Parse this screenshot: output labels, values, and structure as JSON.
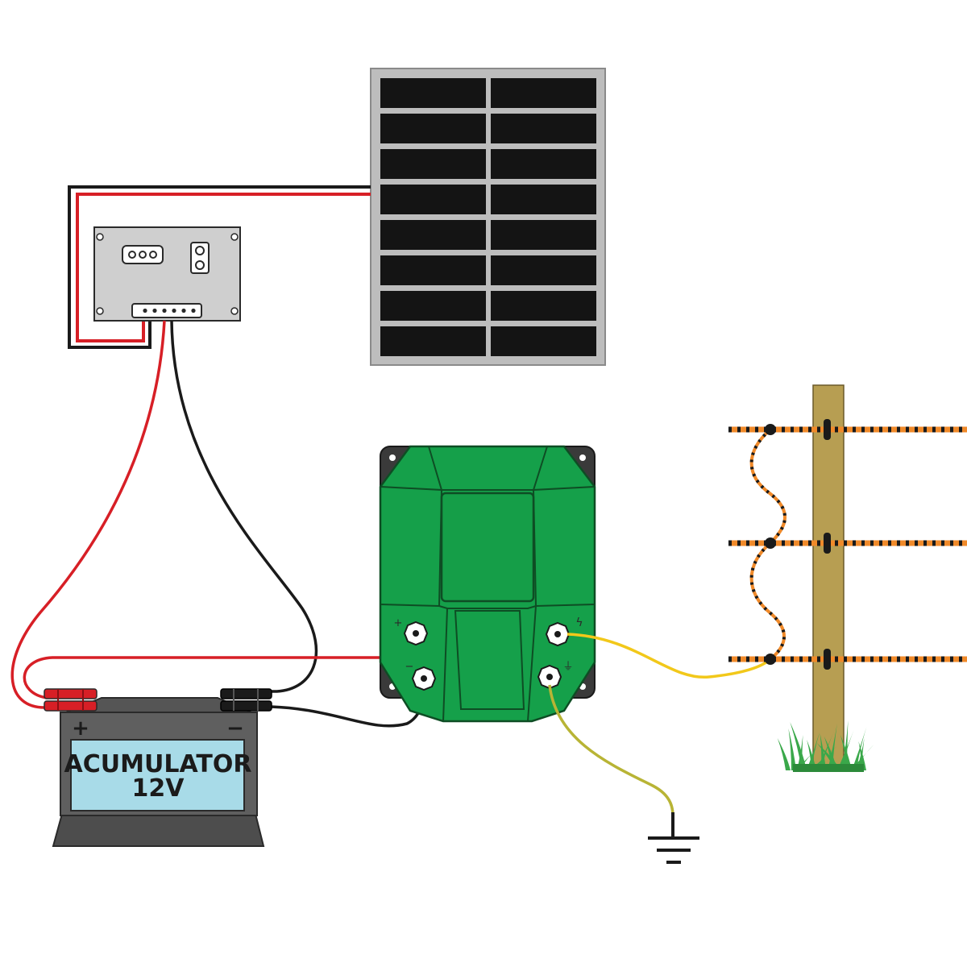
{
  "battery": {
    "label_line1": "ACUMULATOR",
    "label_line2": "12V",
    "plus_sign": "+",
    "minus_sign": "−"
  },
  "energizer": {
    "plus_sign": "+",
    "minus_sign": "−",
    "fence_sign": "ϟ",
    "ground_sign": "⏚"
  },
  "colors": {
    "positive_wire": "#d71f26",
    "negative_wire": "#1a1a1a",
    "fence_wire": "#f2c81a",
    "ground_wire": "#b8b435",
    "energizer_body": "#15a04a",
    "solar_cell": "#141414",
    "solar_frame": "#bdbdbd",
    "controller": "#cfcfcf",
    "battery_label": "#a8dbe8",
    "battery_body": "#5f5f5f",
    "fence_tape": "#f08a2a",
    "post": "#b79e52",
    "grass": "#3aa84a"
  },
  "icons": {
    "solar_panel": "solar-panel-icon",
    "charge_controller": "charge-controller-icon",
    "battery": "battery-icon",
    "energizer": "energizer-icon",
    "fence_post": "fence-post-icon",
    "earth_ground": "earth-ground-icon",
    "grass": "grass-icon"
  }
}
